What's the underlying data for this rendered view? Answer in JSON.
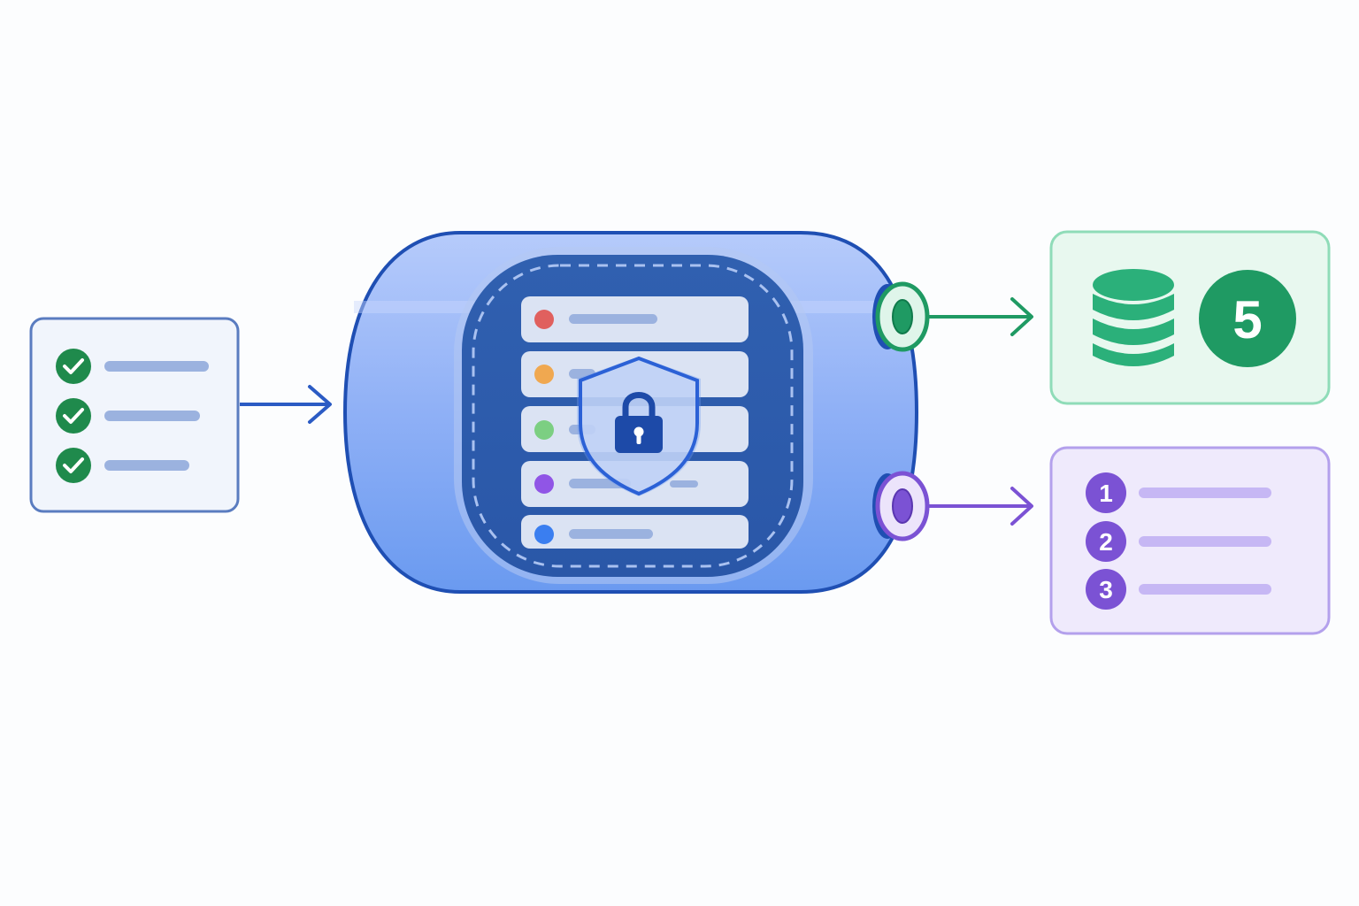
{
  "colors": {
    "background": "#fcfdfe",
    "input_accent": "#1f8a4c",
    "input_border": "#5a7cc0",
    "pipe_blue": "#2b5bc4",
    "green_output": "#2bb07a",
    "purple_output": "#7b52d4"
  },
  "input_checklist": {
    "icon": "check-icon",
    "items": [
      {
        "state": "checked"
      },
      {
        "state": "checked"
      },
      {
        "state": "checked"
      }
    ]
  },
  "secure_container": {
    "icon": "shield-lock-icon",
    "rows": [
      {
        "dot_color": "#e0605e"
      },
      {
        "dot_color": "#f0a850"
      },
      {
        "dot_color": "#7ccf82"
      },
      {
        "dot_color": "#9055e6"
      },
      {
        "dot_color": "#3a7ef0"
      }
    ]
  },
  "outputs": {
    "count_panel": {
      "icon": "database-icon",
      "count": "5"
    },
    "ordered_panel": {
      "items": [
        {
          "number": "1"
        },
        {
          "number": "2"
        },
        {
          "number": "3"
        }
      ]
    }
  }
}
